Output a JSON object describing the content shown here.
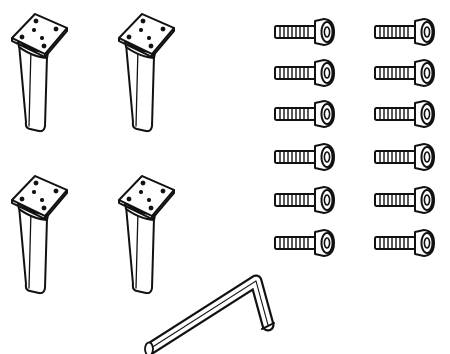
{
  "diagram": {
    "kind": "hardware-parts-illustration",
    "parts": [
      {
        "name": "furniture-leg",
        "count": 4
      },
      {
        "name": "hex-socket-screw",
        "count": 12
      },
      {
        "name": "allen-key",
        "count": 1
      }
    ],
    "colors": {
      "line": "#111111",
      "fill": "#ffffff",
      "background": "#ffffff"
    },
    "icons": [
      "leg-icon",
      "screw-icon",
      "allen-key-icon"
    ]
  }
}
